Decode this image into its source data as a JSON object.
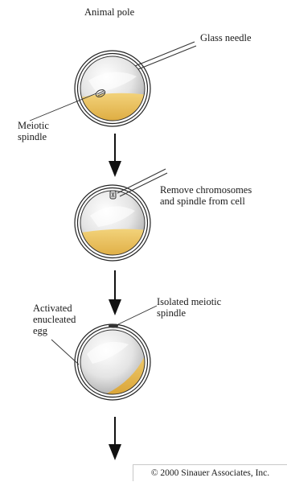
{
  "labels": {
    "animal_pole": "Animal pole",
    "glass_needle": "Glass needle",
    "meiotic_spindle": "Meiotic\nspindle",
    "remove_chromosomes": "Remove chromosomes\nand spindle from cell",
    "isolated_spindle": "Isolated meiotic\nspindle",
    "activated_egg": "Activated\nenucleated\negg"
  },
  "copyright": "© 2000 Sinauer Associates, Inc.",
  "colors": {
    "yolk": "#e8b84a",
    "cytoplasm": "#d6d6d6",
    "membrane": "#222222",
    "background": "#ffffff"
  }
}
